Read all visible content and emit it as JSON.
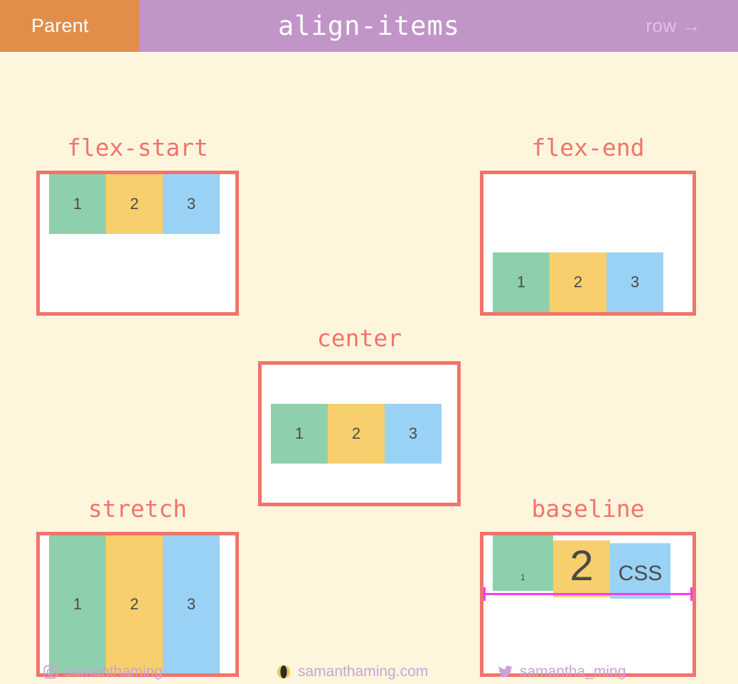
{
  "header": {
    "parent_label": "Parent",
    "title": "align-items",
    "direction_label": "row →",
    "badge_color": "#E08E4A",
    "bar_color": "#C195C8"
  },
  "theme": {
    "page_background": "#FDF6DD",
    "accent_red": "#F2736B",
    "item_1_color": "#8ED0AC",
    "item_2_color": "#F7CF6C",
    "item_3_color": "#9AD2F5",
    "baseline_color": "#F53BF5",
    "label_color": "#F2736B",
    "item_text_color": "#4A4A4A"
  },
  "demos": [
    {
      "id": "flex-start",
      "label": "flex-start",
      "items": [
        "1",
        "2",
        "3"
      ]
    },
    {
      "id": "flex-end",
      "label": "flex-end",
      "items": [
        "1",
        "2",
        "3"
      ]
    },
    {
      "id": "center",
      "label": "center",
      "items": [
        "1",
        "2",
        "3"
      ]
    },
    {
      "id": "stretch",
      "label": "stretch",
      "items": [
        "1",
        "2",
        "3"
      ]
    },
    {
      "id": "baseline",
      "label": "baseline",
      "items": [
        "1",
        "2",
        "CSS"
      ]
    }
  ],
  "footer": [
    {
      "icon": "instagram-icon",
      "label": "samanthaming"
    },
    {
      "icon": "website-icon",
      "label": "samanthaming.com"
    },
    {
      "icon": "twitter-icon",
      "label": "samantha_ming"
    }
  ]
}
